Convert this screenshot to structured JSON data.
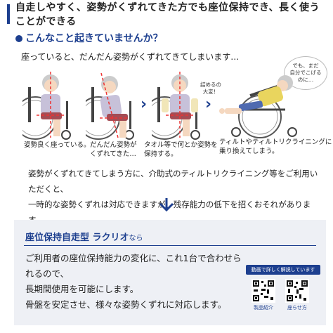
{
  "header": {
    "title": "自走しやすく、姿勢がくずれてきた方でも座位保持でき、長く使うことができる"
  },
  "section": {
    "title": "こんなこと起きていませんか？",
    "intro": "座っていると、だんだん姿勢がくずれてきてしまいます…"
  },
  "bubbles": {
    "thought": [
      "でも、まだ",
      "自分でこげる",
      "のに…"
    ],
    "exclaim": [
      "詰めるの",
      "大変！"
    ]
  },
  "steps": [
    {
      "caption": [
        "姿勢良く座っている。"
      ]
    },
    {
      "caption": [
        "だんだん姿勢が",
        "くずれてきた…"
      ]
    },
    {
      "caption": [
        "タオル等で何とか姿勢を",
        "保持する。"
      ]
    },
    {
      "caption": [
        "ティルトやティルトリクライニングに",
        "乗り換えてしまう。"
      ]
    }
  ],
  "description": [
    "姿勢がくずれてきてしまう方に、介助式のティルトリクライニング等をご利用いただくと、",
    "一時的な姿勢くずれは対応できますが、残存能力の低下を招くおそれがあります。"
  ],
  "product": {
    "name": "座位保持自走型 ラクリオ",
    "suffix": "なら",
    "lines": [
      "ご利用者の座位保持能力の変化に、これ1台で合わせられるので、",
      "長期間使用を可能にします。",
      "骨盤を安定させ、様々な姿勢くずれに対応します。"
    ]
  },
  "video": {
    "label": "動画で詳しく解説しています",
    "qr1_caption": "製品紹介",
    "qr2_caption": "座らせ方"
  },
  "colors": {
    "accent": "#1d3f8f",
    "panel": "#eef0f5"
  }
}
